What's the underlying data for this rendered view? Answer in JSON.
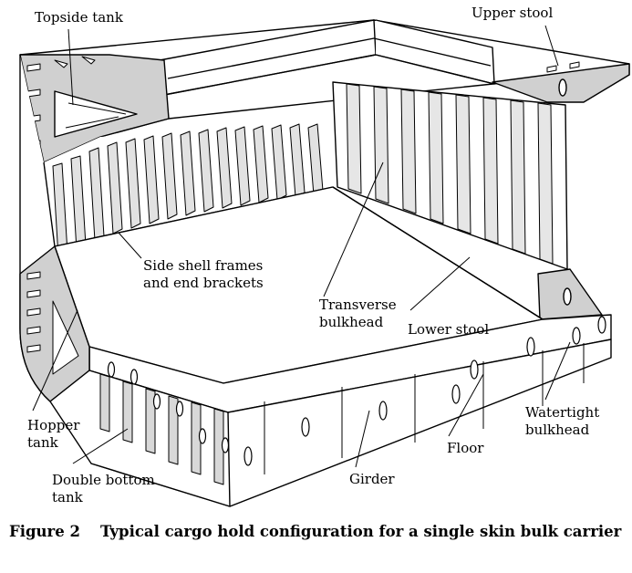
{
  "labels": {
    "topside_tank": "Topside tank",
    "upper_stool": "Upper stool",
    "side_shell_1": "Side shell frames",
    "side_shell_2": "and end brackets",
    "transverse_1": "Transverse",
    "transverse_2": "bulkhead",
    "lower_stool": "Lower stool",
    "hopper_1": "Hopper",
    "hopper_2": "tank",
    "double_bottom_1": "Double bottom",
    "double_bottom_2": "tank",
    "girder": "Girder",
    "floor": "Floor",
    "watertight_1": "Watertight",
    "watertight_2": "bulkhead"
  },
  "caption": {
    "figure": "Figure 2",
    "text": "Typical cargo hold configuration for a single skin bulk carrier"
  }
}
